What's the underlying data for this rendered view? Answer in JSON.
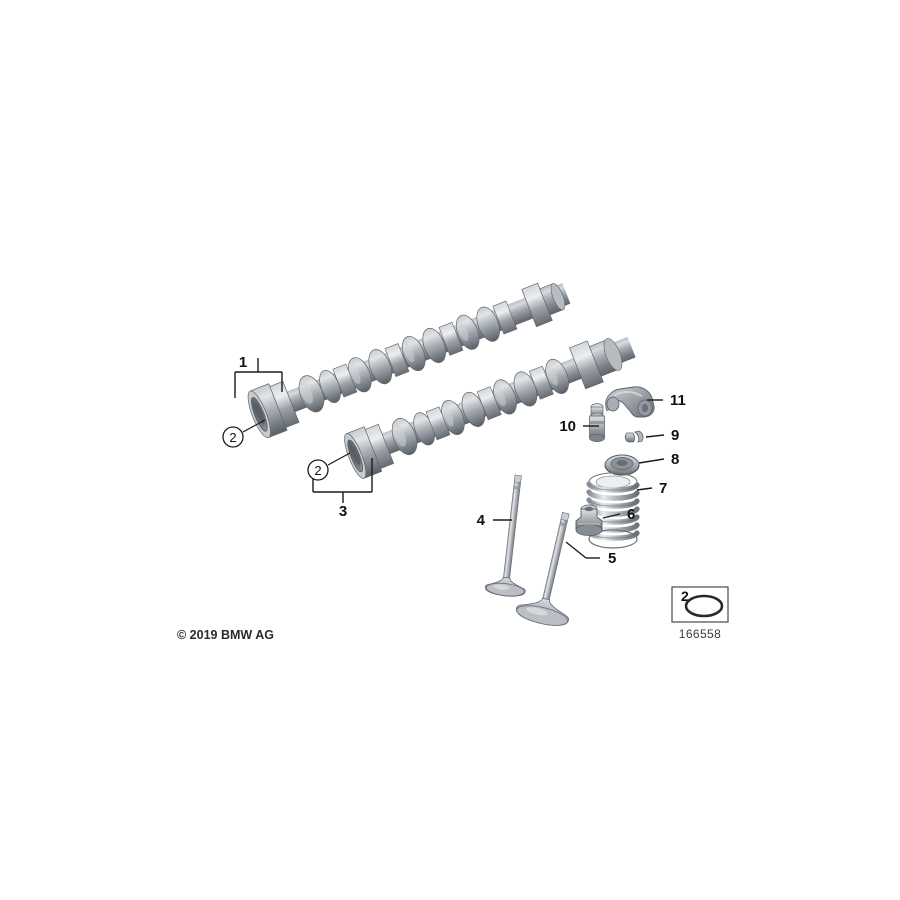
{
  "diagram": {
    "title": "Valvetrain / Camshaft Assembly Exploded View",
    "background_color": "#ffffff",
    "line_color": "#1b1b1b",
    "metal_light": "#e3e5e7",
    "metal_mid": "#9aa0a6",
    "metal_dark": "#6d737a",
    "metal_shadow": "#55595e"
  },
  "copyright": {
    "text": "© 2019 BMW AG"
  },
  "legend": {
    "number": "2",
    "code": "166558",
    "icon": "oring-icon"
  },
  "callouts": [
    {
      "id": "1",
      "label": "1",
      "kind": "bracket-top",
      "part": "camshaft-exhaust"
    },
    {
      "id": "2a",
      "label": "2",
      "kind": "circled",
      "part": "o-ring-exhaust"
    },
    {
      "id": "3",
      "label": "3",
      "kind": "bracket-bottom",
      "part": "camshaft-intake"
    },
    {
      "id": "2b",
      "label": "2",
      "kind": "circled",
      "part": "o-ring-intake"
    },
    {
      "id": "4",
      "label": "4",
      "kind": "leader",
      "part": "intake-valve"
    },
    {
      "id": "5",
      "label": "5",
      "kind": "leader",
      "part": "exhaust-valve"
    },
    {
      "id": "6",
      "label": "6",
      "kind": "leader",
      "part": "valve-stem-seal"
    },
    {
      "id": "7",
      "label": "7",
      "kind": "leader",
      "part": "valve-spring"
    },
    {
      "id": "8",
      "label": "8",
      "kind": "leader",
      "part": "spring-retainer"
    },
    {
      "id": "9",
      "label": "9",
      "kind": "leader",
      "part": "valve-keepers"
    },
    {
      "id": "10",
      "label": "10",
      "kind": "leader",
      "part": "hydraulic-lash-adjuster"
    },
    {
      "id": "11",
      "label": "11",
      "kind": "leader",
      "part": "rocker-arm"
    }
  ]
}
